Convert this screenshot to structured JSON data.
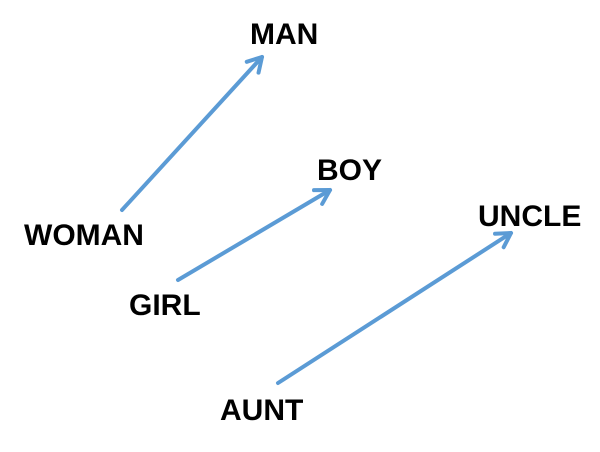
{
  "words": {
    "man": "MAN",
    "woman": "WOMAN",
    "boy": "BOY",
    "girl": "GIRL",
    "uncle": "UNCLE",
    "aunt": "AUNT"
  },
  "arrows": [
    {
      "from": "WOMAN",
      "to": "MAN"
    },
    {
      "from": "GIRL",
      "to": "BOY"
    },
    {
      "from": "AUNT",
      "to": "UNCLE"
    }
  ],
  "colors": {
    "arrow": "#5b9bd5",
    "text": "#000000",
    "background": "#ffffff"
  }
}
